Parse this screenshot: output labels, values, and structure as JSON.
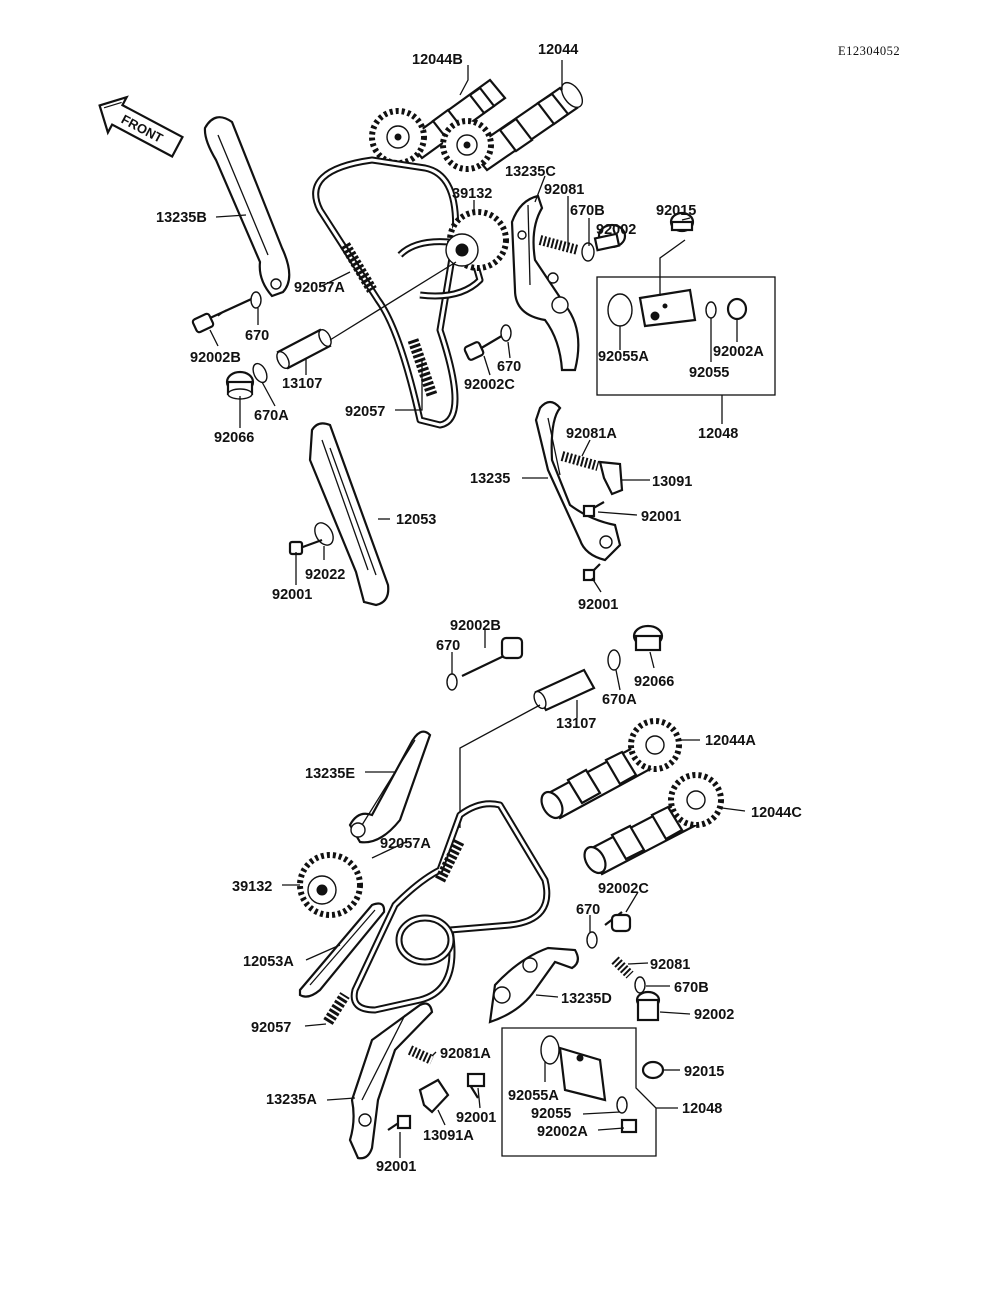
{
  "diagram_code": "E12304052",
  "direction_label": "FRONT",
  "labels": {
    "p12044B_top": "12044B",
    "p12044_top": "12044",
    "p39132_top": "39132",
    "p13235C": "13235C",
    "p92081_top": "92081",
    "p670B_top": "670B",
    "p92015_top": "92015",
    "p92002_top": "92002",
    "p13235B": "13235B",
    "p92057A_top": "92057A",
    "p670_top_left": "670",
    "p92002B_top": "92002B",
    "p13107_top": "13107",
    "p670A_top": "670A",
    "p92066_top": "92066",
    "p92057_top": "92057",
    "p92002C_top": "92002C",
    "p670_top_mid": "670",
    "p92055A_top": "92055A",
    "p92055_top": "92055",
    "p92002A_top": "92002A",
    "p12048_top": "12048",
    "p92081A_top": "92081A",
    "p13235": "13235",
    "p13091": "13091",
    "p92001_top_right": "92001",
    "p12053": "12053",
    "p92022": "92022",
    "p92001_top_left": "92001",
    "p92001_top_lower": "92001",
    "p92002B_bot": "92002B",
    "p670_bot_top": "670",
    "p92066_bot": "92066",
    "p670A_bot": "670A",
    "p13107_bot": "13107",
    "p12044A": "12044A",
    "p13235E": "13235E",
    "p12044C": "12044C",
    "p92057A_bot": "92057A",
    "p39132_bot": "39132",
    "p92002C_bot": "92002C",
    "p670_bot_mid": "670",
    "p12053A": "12053A",
    "p92081_bot": "92081",
    "p670B_bot": "670B",
    "p13235D": "13235D",
    "p92002_bot": "92002",
    "p92057_bot": "92057",
    "p92081A_bot": "92081A",
    "p92015_bot": "92015",
    "p92055A_bot": "92055A",
    "p13235A": "13235A",
    "p92001_bot_mid": "92001",
    "p92055_bot": "92055",
    "p12048_bot": "12048",
    "p13091A": "13091A",
    "p92002A_bot": "92002A",
    "p92001_bot_left": "92001"
  }
}
